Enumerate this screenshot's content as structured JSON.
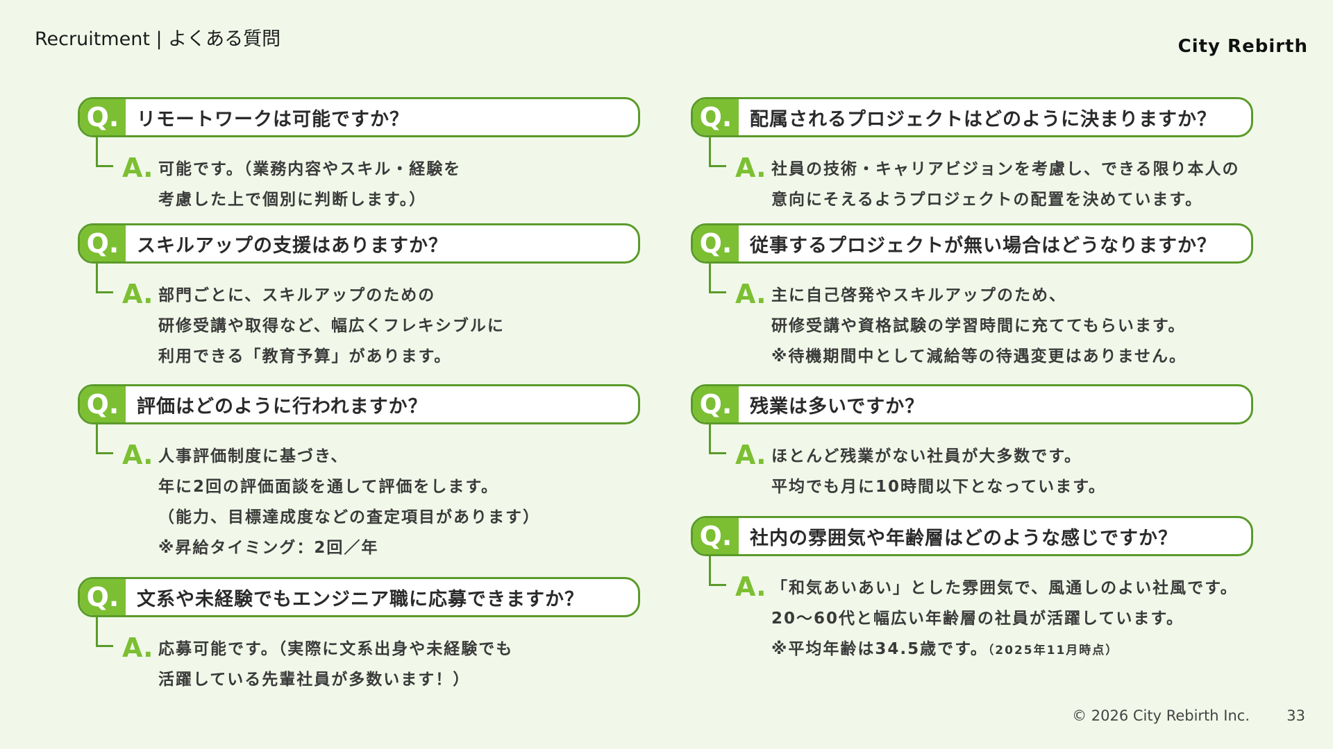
{
  "header": {
    "title": "Recruitment | よくある質問",
    "brand": "City Rebirth"
  },
  "footer": {
    "copyright": "© 2026 City Rebirth Inc.",
    "page_number": "33"
  },
  "labels": {
    "q": "Q.",
    "a": "A."
  },
  "faqs": [
    {
      "question": "リモートワークは可能ですか？",
      "answer": [
        "可能です。（業務内容やスキル・経験を",
        "考慮した上で個別に判断します。）"
      ]
    },
    {
      "question": "スキルアップの支援はありますか？",
      "answer": [
        "部門ごとに、スキルアップのための",
        "研修受講や取得など、幅広くフレキシブルに",
        "利用できる「教育予算」があります。"
      ]
    },
    {
      "question": "評価はどのように行われますか？",
      "answer": [
        "人事評価制度に基づき、",
        "年に2回の評価面談を通して評価をします。",
        "（能力、目標達成度などの査定項目があります）",
        "※昇給タイミング：2回／年"
      ]
    },
    {
      "question": "文系や未経験でもエンジニア職に応募できますか？",
      "answer": [
        "応募可能です。（実際に文系出身や未経験でも",
        "活躍している先輩社員が多数います！）"
      ]
    },
    {
      "question": "配属されるプロジェクトはどのように決まりますか？",
      "answer": [
        "社員の技術・キャリアビジョンを考慮し、できる限り本人の",
        "意向にそえるようプロジェクトの配置を決めています。"
      ]
    },
    {
      "question": "従事するプロジェクトが無い場合はどうなりますか？",
      "answer": [
        "主に自己啓発やスキルアップのため、",
        "研修受講や資格試験の学習時間に充ててもらいます。",
        "※待機期間中として減給等の待遇変更はありません。"
      ]
    },
    {
      "question": "残業は多いですか？",
      "answer": [
        "ほとんど残業がない社員が大多数です。",
        "平均でも月に10時間以下となっています。"
      ]
    },
    {
      "question": "社内の雰囲気や年齢層はどのような感じですか？",
      "answer": [
        "「和気あいあい」とした雰囲気で、風通しのよい社風です。",
        "20〜60代と幅広い年齢層の社員が活躍しています。",
        "※平均年齢は34.5歳です。"
      ],
      "answer_note": "（2025年11月時点）"
    }
  ]
}
